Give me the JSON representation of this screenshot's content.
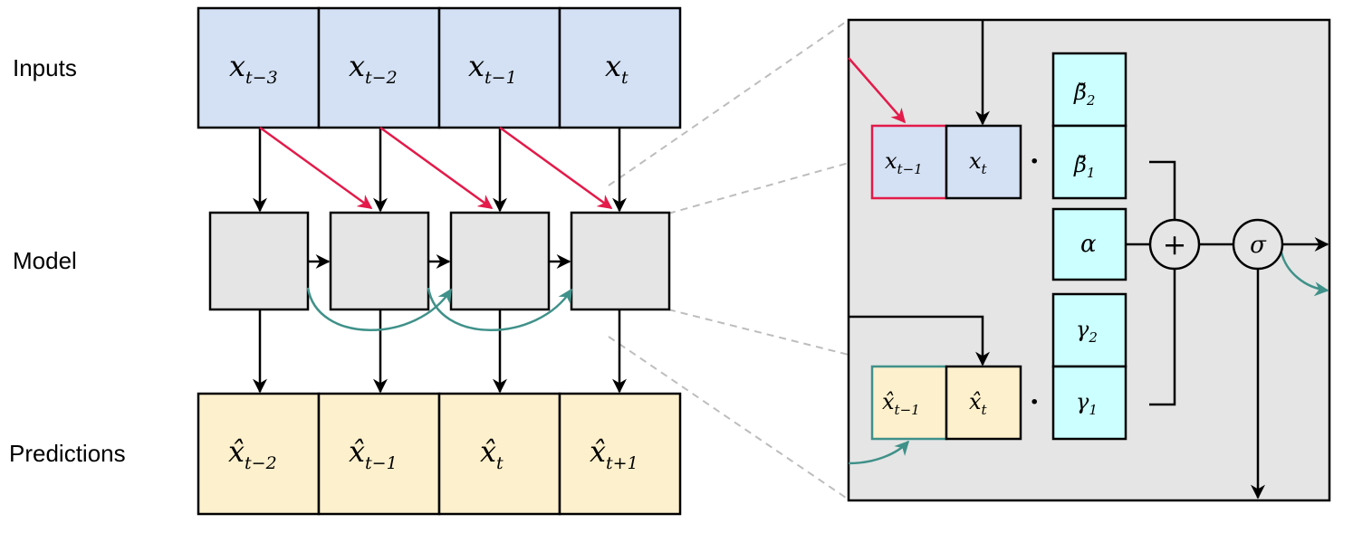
{
  "row_labels": {
    "inputs": "Inputs",
    "model": "Model",
    "predictions": "Predictions"
  },
  "inputs": [
    {
      "base": "x",
      "sub": "t−3"
    },
    {
      "base": "x",
      "sub": "t−2"
    },
    {
      "base": "x",
      "sub": "t−1"
    },
    {
      "base": "x",
      "sub": "t"
    }
  ],
  "predictions": [
    {
      "base": "x̂",
      "sub": "t−2"
    },
    {
      "base": "x̂",
      "sub": "t−1"
    },
    {
      "base": "x̂",
      "sub": "t"
    },
    {
      "base": "x̂",
      "sub": "t+1"
    }
  ],
  "detail": {
    "top_pair": [
      {
        "base": "x",
        "sub": "t−1"
      },
      {
        "base": "x",
        "sub": "t"
      }
    ],
    "bottom_pair": [
      {
        "base": "x̂",
        "sub": "t−1"
      },
      {
        "base": "x̂",
        "sub": "t"
      }
    ],
    "beta": [
      {
        "base": "β̆",
        "sub": "2"
      },
      {
        "base": "β̆",
        "sub": "1"
      }
    ],
    "alpha": "α",
    "gamma": [
      {
        "base": "γ",
        "sub": "2"
      },
      {
        "base": "γ",
        "sub": "1"
      }
    ],
    "dot": "·",
    "plus": "+",
    "sigma": "σ"
  },
  "colors": {
    "input_fill": "#d4e1f4",
    "prediction_fill": "#fdf0cc",
    "model_fill": "#e5e5e5",
    "param_fill": "#ccffff",
    "red_arrow": "#e31a4a",
    "teal_arrow": "#3f9189",
    "dashed": "#bdbdbd"
  }
}
